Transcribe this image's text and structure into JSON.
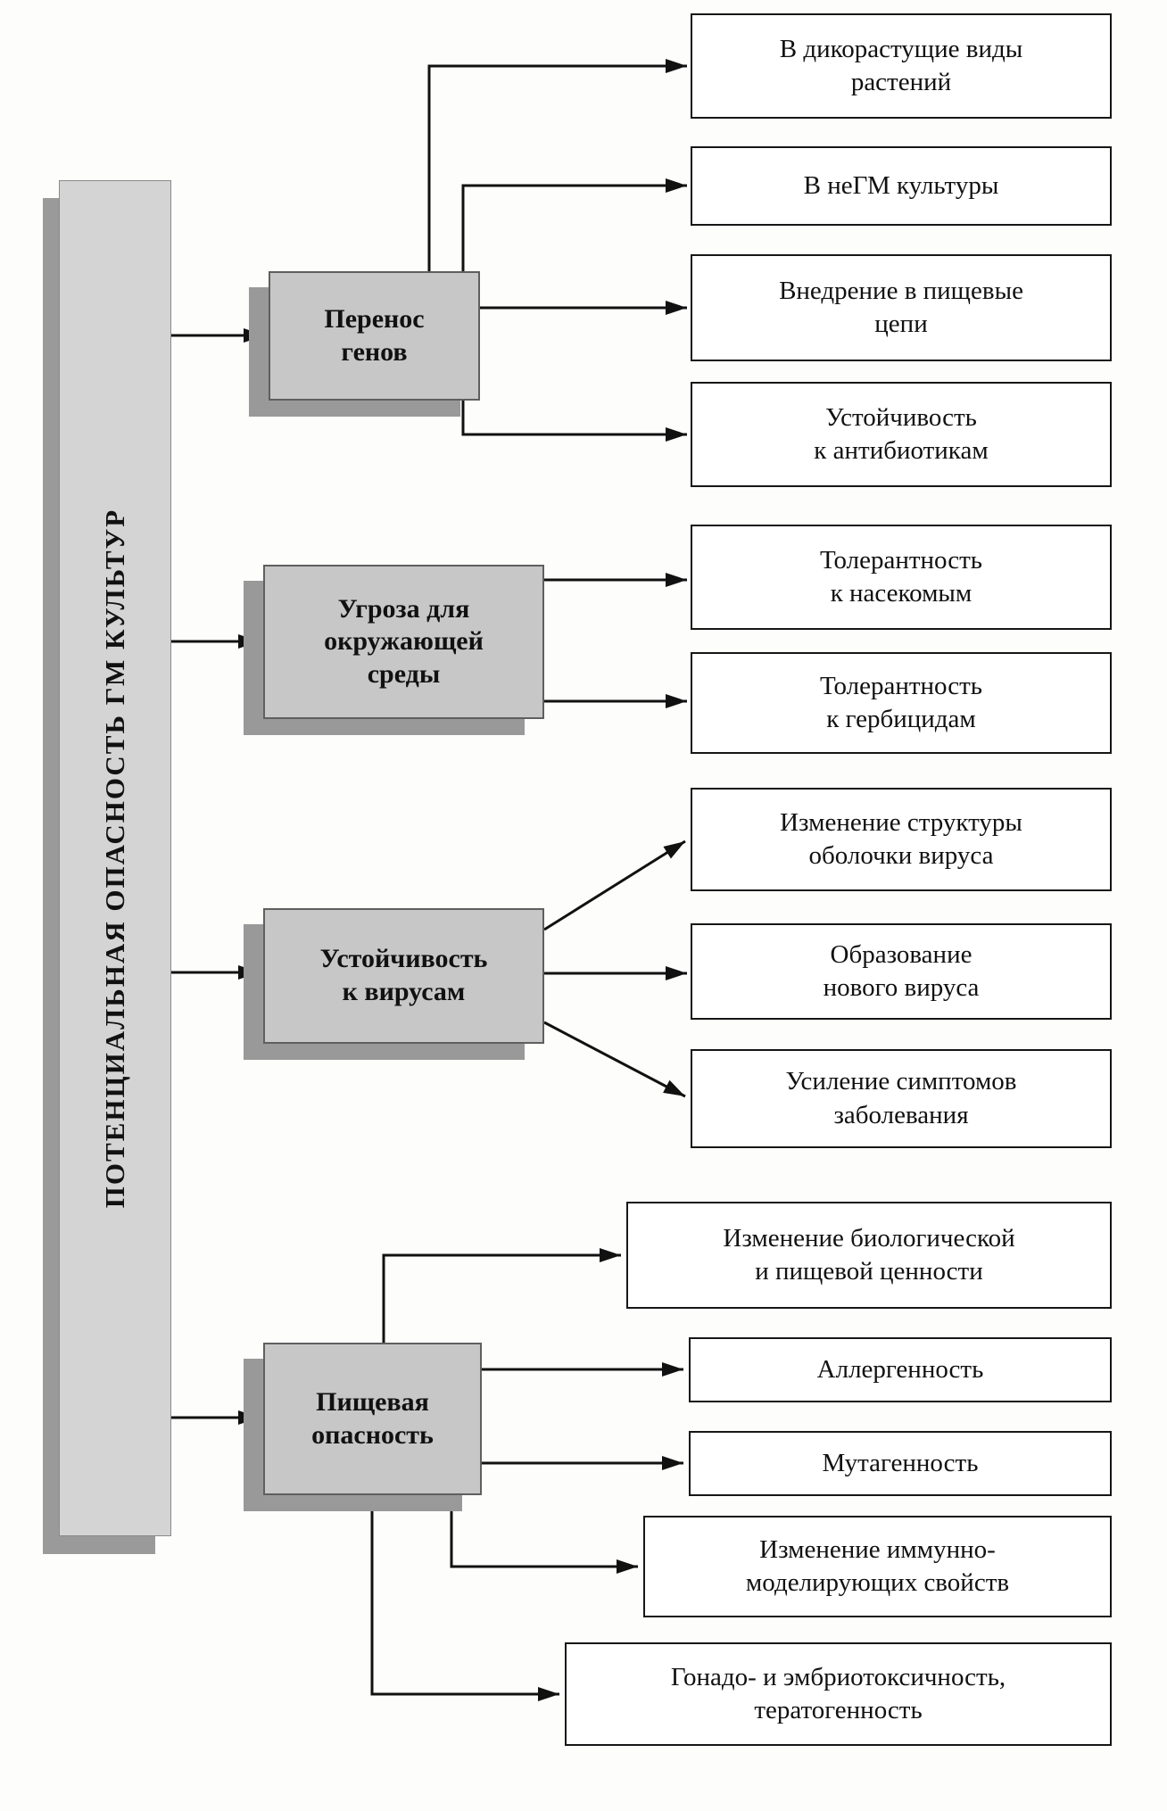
{
  "diagram": {
    "root": "ПОТЕНЦИАЛЬНАЯ ОПАСНОСТЬ ГМ КУЛЬТУР",
    "branches": [
      {
        "label": "Перенос\nгенов",
        "children": [
          "В дикорастущие виды\nрастений",
          "В неГМ культуры",
          "Внедрение в пищевые\nцепи",
          "Устойчивость\nк антибиотикам"
        ]
      },
      {
        "label": "Угроза для\nокружающей\nсреды",
        "children": [
          "Толерантность\nк насекомым",
          "Толерантность\nк гербицидам"
        ]
      },
      {
        "label": "Устойчивость\nк вирусам",
        "children": [
          "Изменение структуры\nоболочки вируса",
          "Образование\nнового вируса",
          "Усиление симптомов\nзаболевания"
        ]
      },
      {
        "label": "Пищевая\nопасность",
        "children": [
          "Изменение биологической\nи пищевой ценности",
          "Аллергенность",
          "Мутагенность",
          "Изменение иммунно-\nмоделирующих свойств",
          "Гонадо- и эмбриотоксичность,\nтератогенность"
        ]
      }
    ]
  },
  "colors": {
    "category_fill": "#c7c7c7",
    "shadow": "#999999",
    "root_fill": "#d4d4d4",
    "outcome_fill": "#ffffff",
    "line": "#111111"
  }
}
